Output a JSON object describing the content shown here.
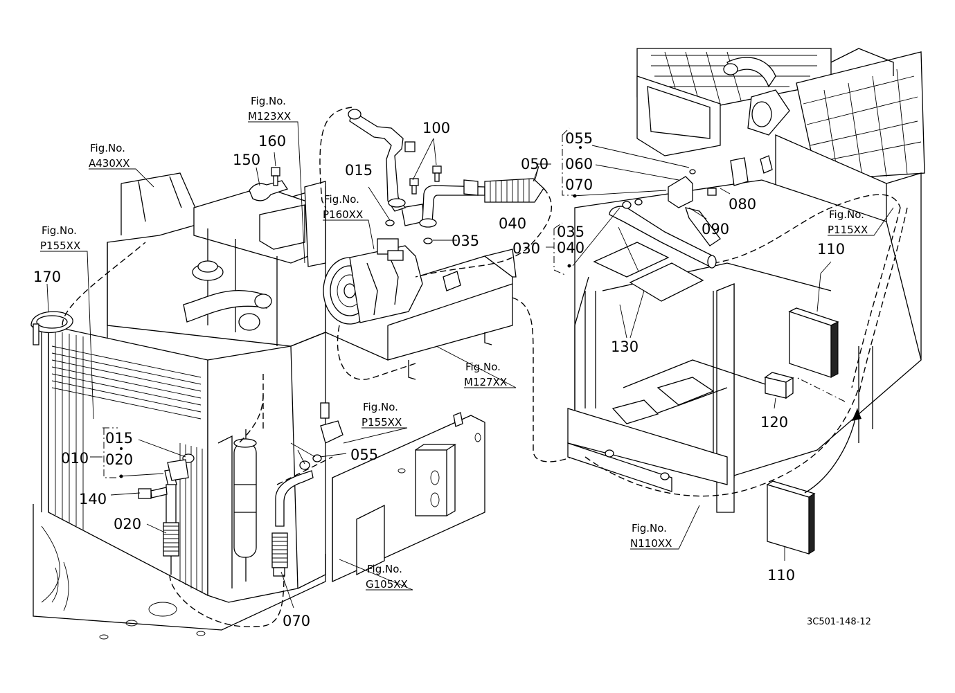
{
  "callouts": {
    "c170": "170",
    "c150": "150",
    "c160": "160",
    "c015_top": "015",
    "c100": "100",
    "c040_hose": "040",
    "c035_top": "035",
    "c050": "050",
    "c055_top": "055",
    "c060": "060",
    "c070_top": "070",
    "c080": "080",
    "c090": "090",
    "c035_mid": "035",
    "c030": "030",
    "c040_mid": "040",
    "c110_upper": "110",
    "c130": "130",
    "c120": "120",
    "c110_lower": "110",
    "c015_left": "015",
    "c010": "010",
    "c020_left": "020",
    "c140": "140",
    "c020_hose": "020",
    "c055_mid": "055",
    "c070_bottom": "070"
  },
  "figure_refs": {
    "fig_label": "Fig.No.",
    "a430": "A430XX",
    "p155_left": "P155XX",
    "m123": "M123XX",
    "p160": "P160XX",
    "p155_mid": "P155XX",
    "m127": "M127XX",
    "g105": "G105XX",
    "n110": "N110XX",
    "p115": "P115XX"
  },
  "drawing_code": "3C501-148-12"
}
